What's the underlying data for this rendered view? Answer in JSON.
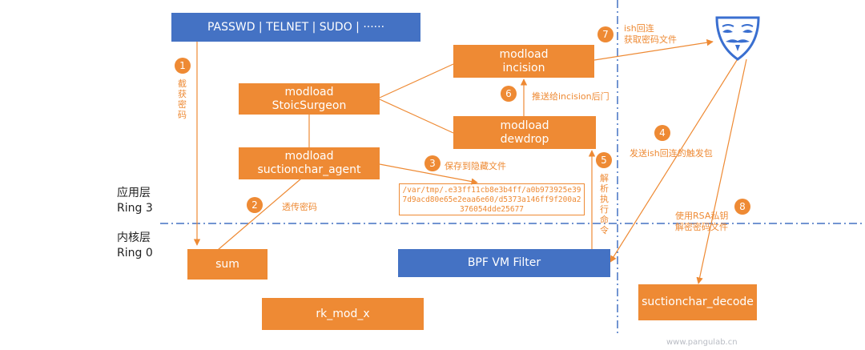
{
  "colors": {
    "orange": "#ee8a34",
    "blue": "#4472c4",
    "arrow": "#ee8a34",
    "divider": "#4472c4"
  },
  "boxes": {
    "top_bar": "PASSWD | TELNET | SUDO | ······",
    "incision": {
      "line1": "modload",
      "line2": "incision"
    },
    "stoic": {
      "line1": "modload",
      "line2": "StoicSurgeon"
    },
    "dewdrop": {
      "line1": "modload",
      "line2": "dewdrop"
    },
    "suctionchar_agent": {
      "line1": "modload",
      "line2": "suctionchar_agent"
    },
    "sum": "sum",
    "bpf": "BPF VM Filter",
    "rk_mod": "rk_mod_x",
    "decode": "suctionchar_decode"
  },
  "path_text": "/var/tmp/.e33ff11cb8e3b4ff/a0b973925e397d9acd80e65e2eaa6e60/d5373a146ff9f200a2376054dde25677",
  "steps": {
    "s1": {
      "num": "1",
      "label": "截获密码"
    },
    "s2": {
      "num": "2",
      "label": "透传密码"
    },
    "s3": {
      "num": "3",
      "label": "保存到隐藏文件"
    },
    "s4": {
      "num": "4",
      "label": "发送ish回连的触发包"
    },
    "s5": {
      "num": "5",
      "label": "解析执行命令"
    },
    "s6": {
      "num": "6",
      "label": "推送给incision后门"
    },
    "s7": {
      "num": "7",
      "label_line1": "ish回连",
      "label_line2": "获取密码文件"
    },
    "s8": {
      "num": "8",
      "label_line1": "使用RSA私钥",
      "label_line2": "解密密码文件"
    }
  },
  "rings": {
    "user": {
      "line1": "应用层",
      "line2": "Ring 3"
    },
    "kernel": {
      "line1": "内核层",
      "line2": "Ring 0"
    }
  },
  "icons": {
    "attacker": "anonymous-mask-icon"
  },
  "watermark": "www.pangulab.cn"
}
